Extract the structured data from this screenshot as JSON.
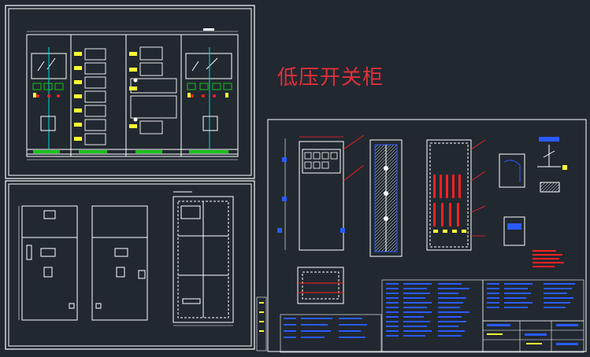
{
  "title": "低压开关柜",
  "colors": {
    "background": "#212830",
    "frame": "#ffffff",
    "title": "#e0303a",
    "accent_red": "#ff2020",
    "accent_blue": "#2a5bff",
    "accent_yellow": "#ffff33",
    "accent_green": "#19c219",
    "accent_cyan": "#00d8e0"
  },
  "panels": [
    {
      "name": "cabinet-front-elevation"
    },
    {
      "name": "cabinet-outline-views"
    },
    {
      "name": "cabinet-assembly-drawing"
    }
  ]
}
